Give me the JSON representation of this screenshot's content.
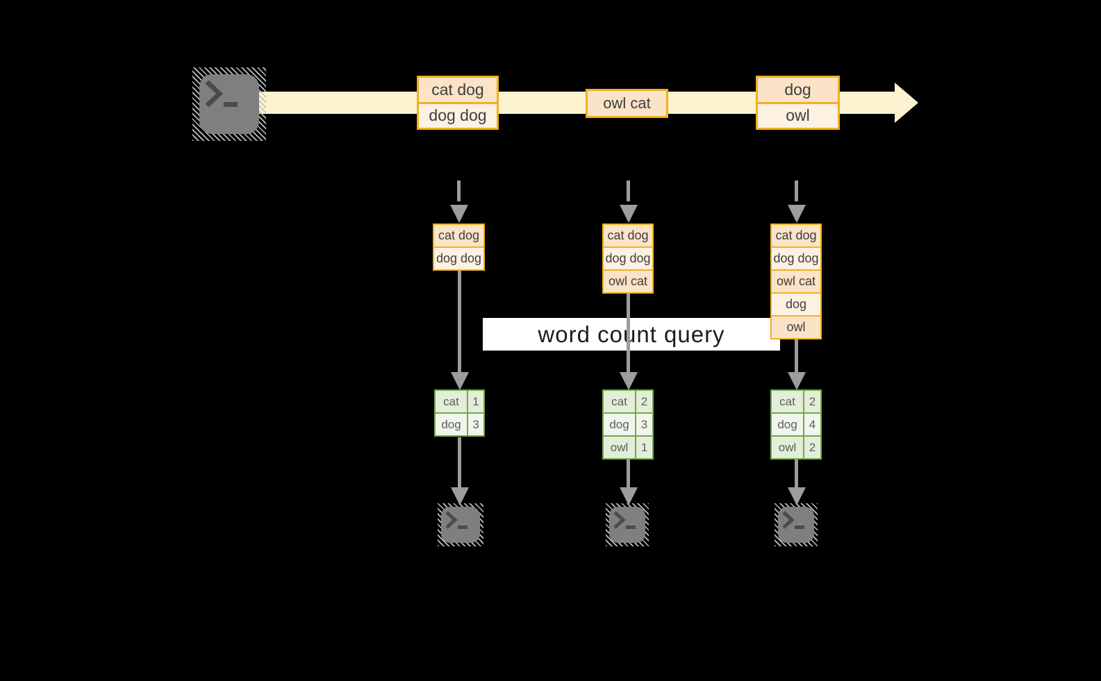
{
  "colors": {
    "background": "#000000",
    "stream_band": "#fcf2d0",
    "box_border": "#efb11d",
    "cell_fill_a": "#fbe3c7",
    "cell_fill_b": "#fdf1e1",
    "table_border": "#71aa45",
    "row_fill_a": "#e4edda",
    "row_fill_b": "#f1f6ec",
    "arrow_gray": "#9d9d9d",
    "terminal_gray": "#7f7f7f",
    "prompt_gray": "#4b4b4b",
    "query_box_bg": "#ffffff",
    "query_text": "#1c1c1c",
    "label_text": "#3e3e3e",
    "table_text": "#5d5d5d"
  },
  "icons": {
    "source_terminal": "terminal-icon",
    "sink_terminal": "terminal-icon",
    "stream_arrowhead": "right-arrow-icon",
    "batch_arrow": "dashed-down-arrow-icon",
    "flow_arrow": "down-arrow-icon"
  },
  "stream": {
    "batches": [
      {
        "cells": [
          "cat dog",
          "dog dog"
        ]
      },
      {
        "cells": [
          "owl cat"
        ]
      },
      {
        "cells": [
          "dog",
          "owl"
        ]
      }
    ]
  },
  "micro_batches": [
    {
      "cells": [
        "cat dog",
        "dog dog"
      ]
    },
    {
      "cells": [
        "cat dog",
        "dog dog",
        "owl cat"
      ]
    },
    {
      "cells": [
        "cat dog",
        "dog dog",
        "owl cat",
        "dog",
        "owl"
      ]
    }
  ],
  "query": {
    "label": "word count query"
  },
  "results": [
    {
      "rows": [
        {
          "word": "cat",
          "count": "1"
        },
        {
          "word": "dog",
          "count": "3"
        }
      ]
    },
    {
      "rows": [
        {
          "word": "cat",
          "count": "2"
        },
        {
          "word": "dog",
          "count": "3"
        },
        {
          "word": "owl",
          "count": "1"
        }
      ]
    },
    {
      "rows": [
        {
          "word": "cat",
          "count": "2"
        },
        {
          "word": "dog",
          "count": "4"
        },
        {
          "word": "owl",
          "count": "2"
        }
      ]
    }
  ]
}
